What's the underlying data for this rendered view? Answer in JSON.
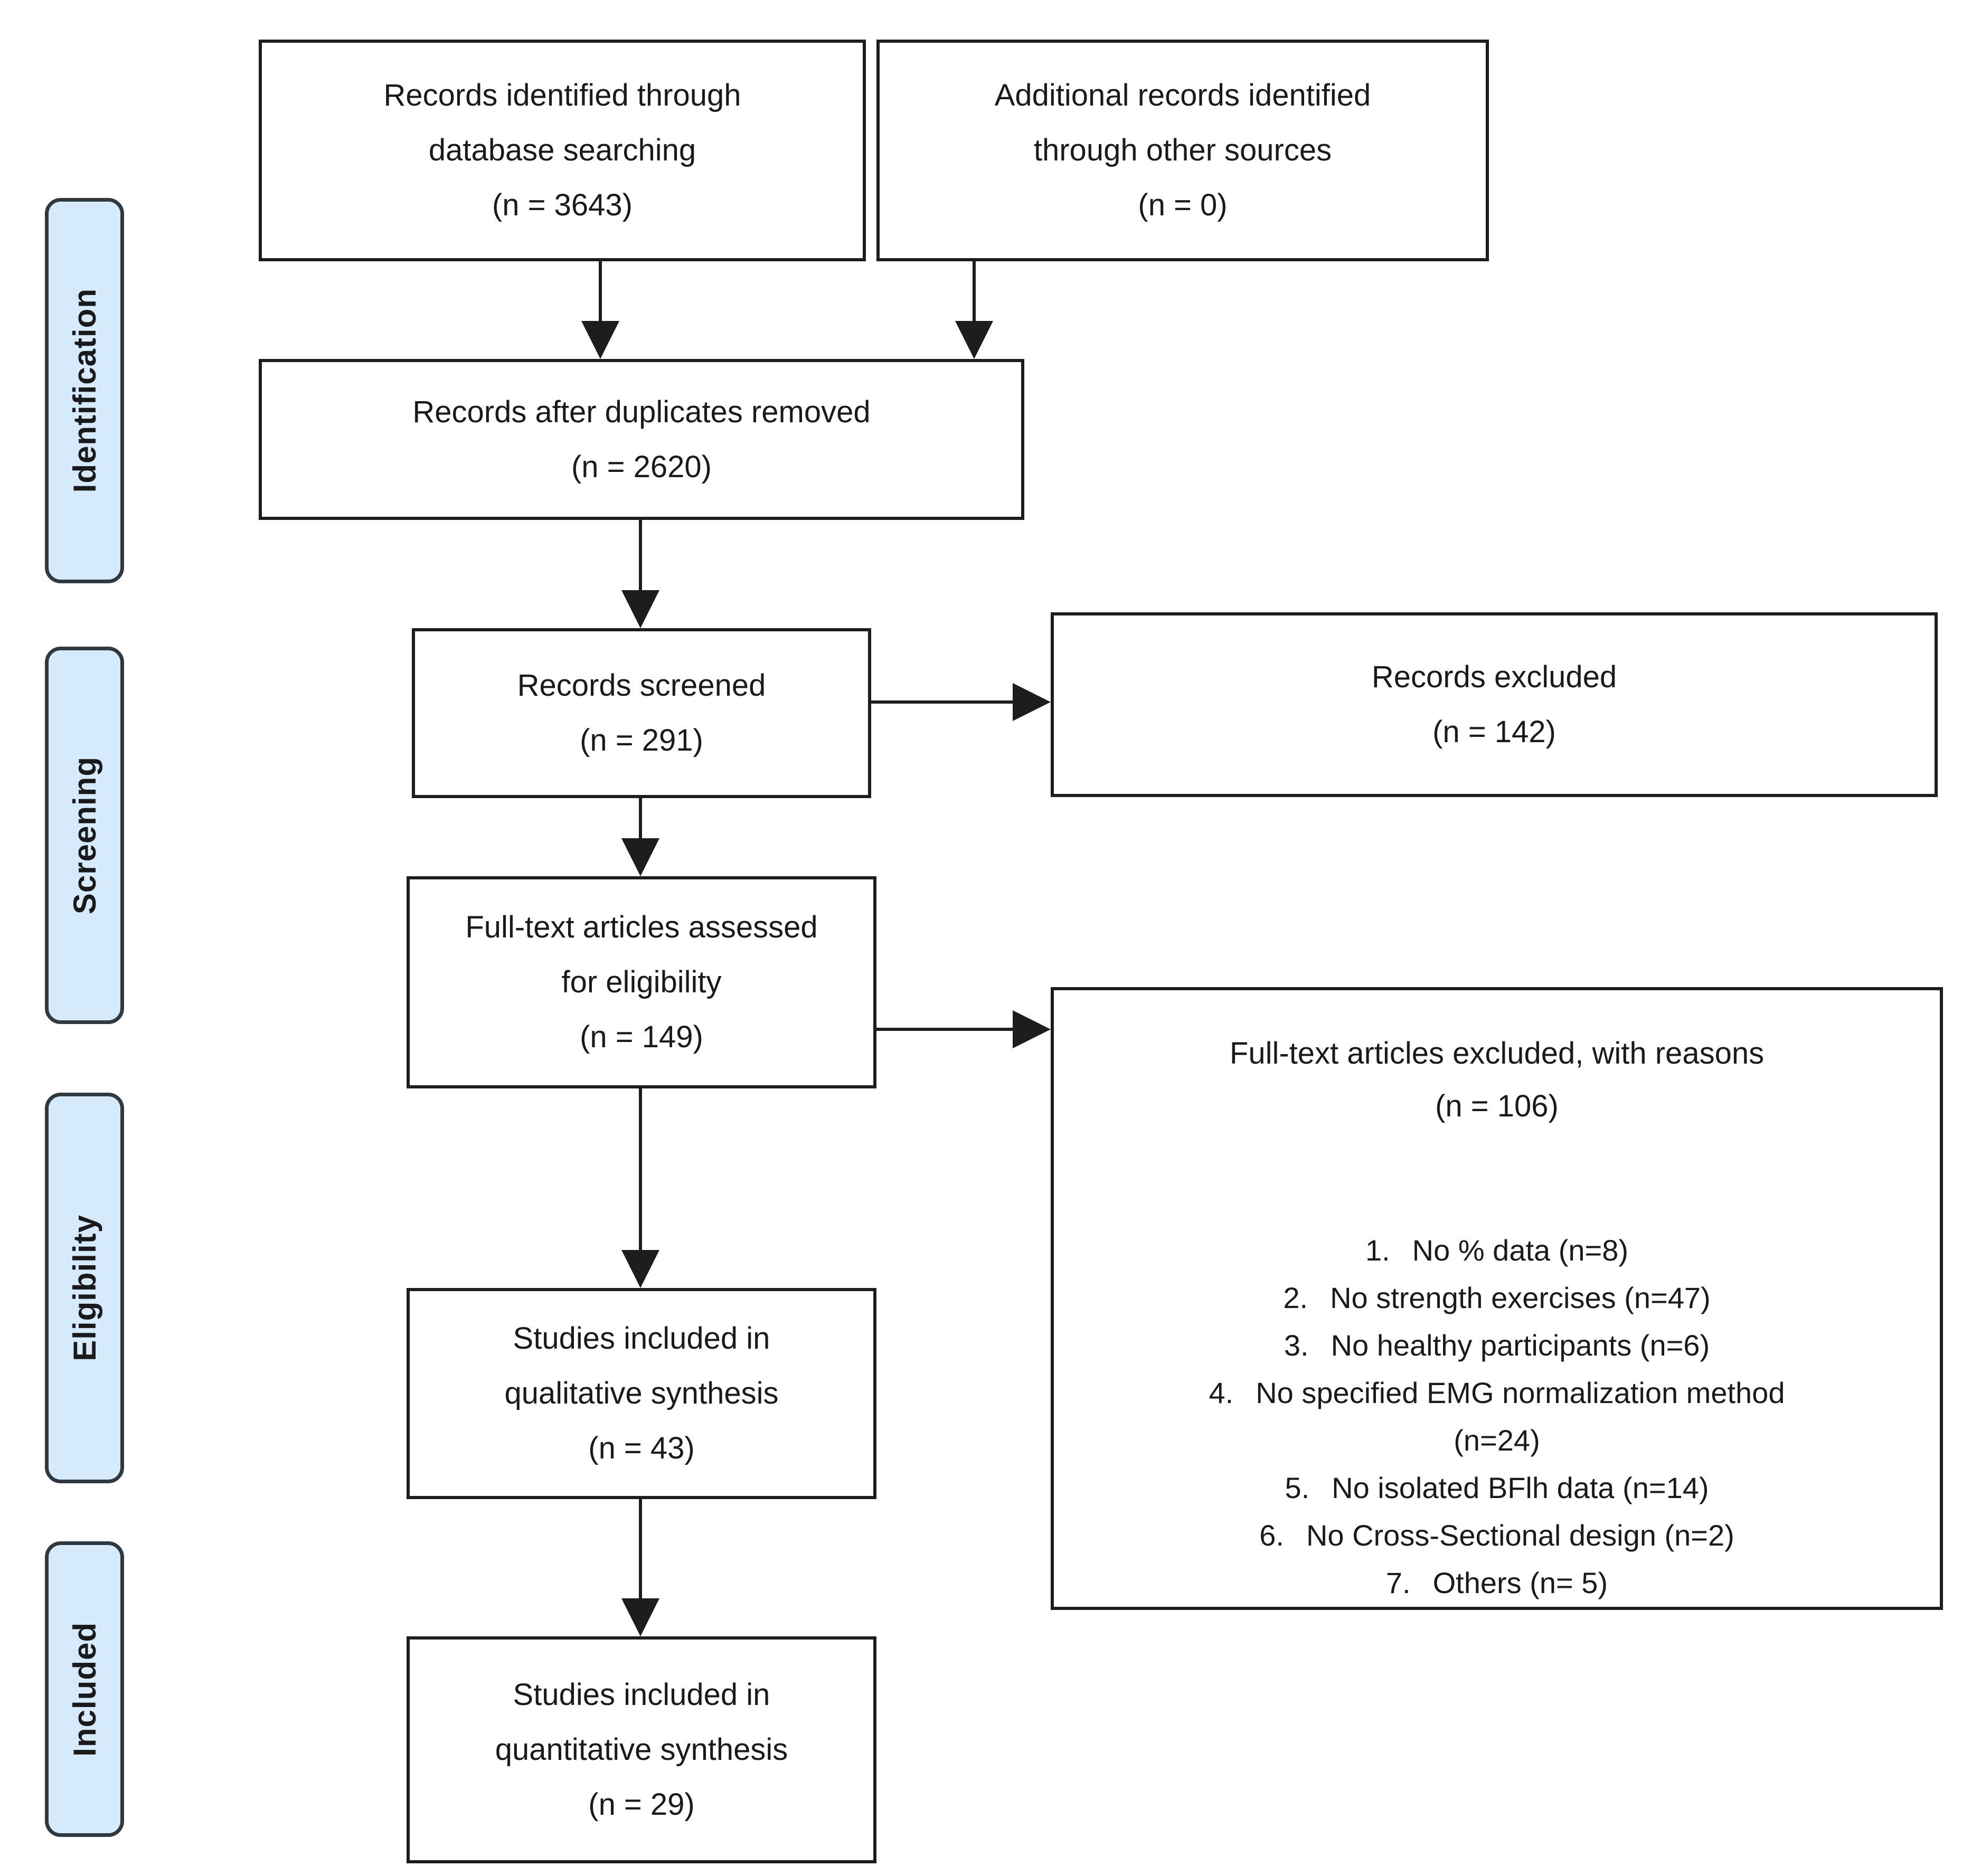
{
  "diagram": {
    "stages": [
      "Identification",
      "Screening",
      "Eligibility",
      "Included"
    ],
    "boxes": {
      "identified": [
        "Records identified through",
        "database searching",
        "(n = 3643)"
      ],
      "additional": [
        "Additional records identified",
        "through other sources",
        "(n = 0)"
      ],
      "duplicates": [
        "Records after duplicates removed",
        "(n = 2620)"
      ],
      "screened": [
        "Records screened",
        "(n = 291)"
      ],
      "records_excluded": [
        "Records excluded",
        "(n = 142)"
      ],
      "fulltext": [
        "Full-text articles assessed",
        "for eligibility",
        "(n = 149)"
      ],
      "fulltext_excluded_title": [
        "Full-text articles excluded, with reasons",
        "(n = 106)"
      ],
      "reasons": [
        {
          "num": "1.",
          "text": "No % data (n=8)"
        },
        {
          "num": "2.",
          "text": "No strength exercises (n=47)"
        },
        {
          "num": "3.",
          "text": "No healthy participants (n=6)"
        },
        {
          "num": "4.",
          "text": "No specified EMG normalization method"
        },
        {
          "num": "",
          "text": "(n=24)"
        },
        {
          "num": "5.",
          "text": "No isolated BFlh data (n=14)"
        },
        {
          "num": "6.",
          "text": "No Cross-Sectional design (n=2)"
        },
        {
          "num": "7.",
          "text": "Others (n= 5)"
        }
      ],
      "qualitative": [
        "Studies included in",
        "qualitative synthesis",
        "(n = 43)"
      ],
      "quantitative": [
        "Studies included in",
        "quantitative synthesis",
        "(n = 29)"
      ]
    },
    "colors": {
      "stage_fill": "#d5eafb",
      "stage_border": "#2e3a40",
      "box_border": "#1d1d1d",
      "text": "#1a1a1a",
      "background": "#ffffff"
    }
  }
}
